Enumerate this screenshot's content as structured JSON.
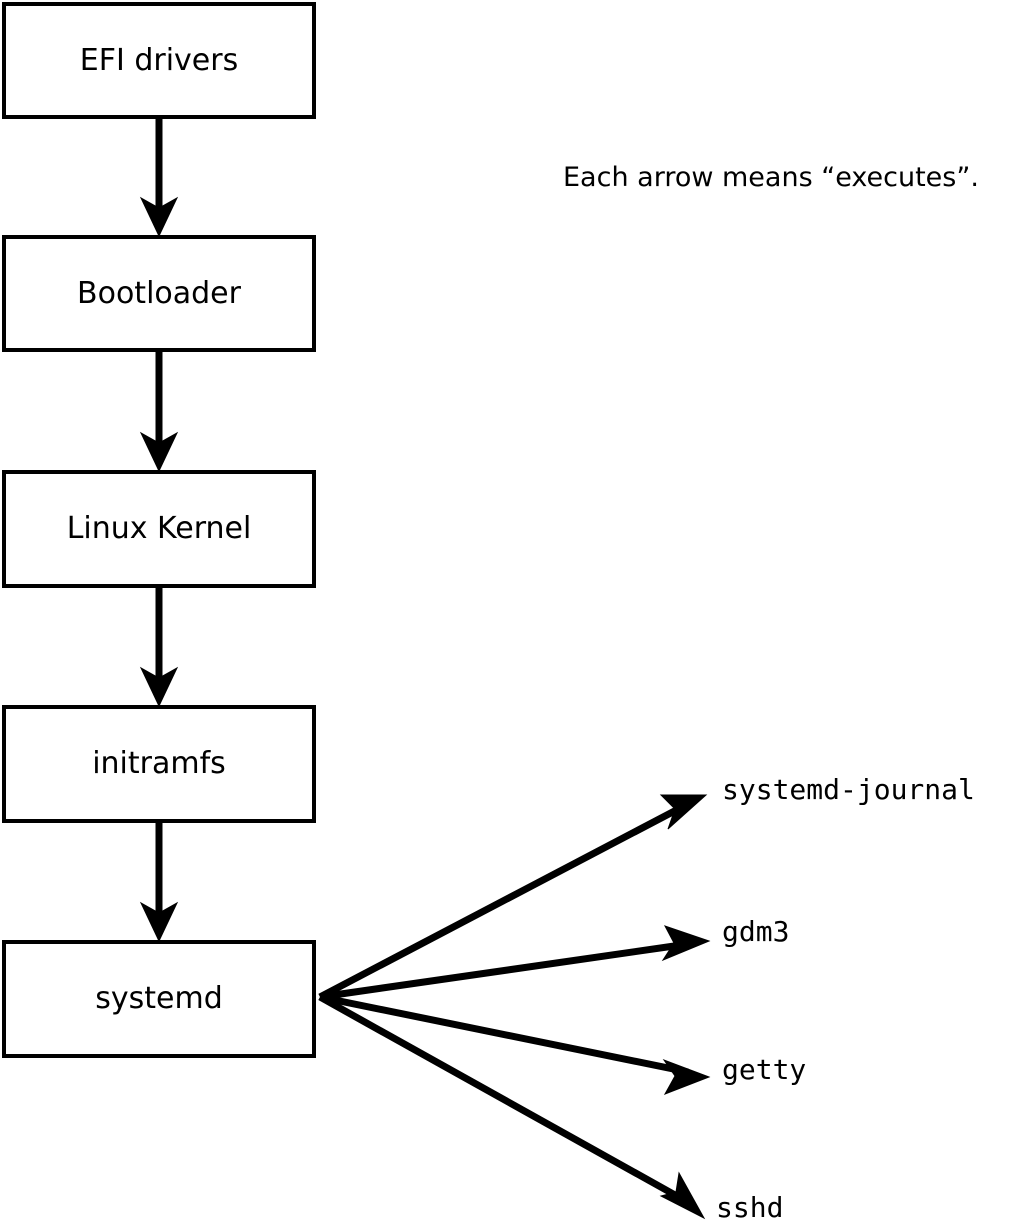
{
  "diagram": {
    "title_note": "Each arrow means “executes”.",
    "boot_chain": [
      {
        "id": "efi-drivers",
        "label": "EFI drivers"
      },
      {
        "id": "bootloader",
        "label": "Bootloader"
      },
      {
        "id": "linux-kernel",
        "label": "Linux Kernel"
      },
      {
        "id": "initramfs",
        "label": "initramfs"
      },
      {
        "id": "systemd",
        "label": "systemd"
      }
    ],
    "systemd_children": [
      {
        "id": "systemd-journal",
        "label": "systemd-journal"
      },
      {
        "id": "gdm3",
        "label": "gdm3"
      },
      {
        "id": "getty",
        "label": "getty"
      },
      {
        "id": "sshd",
        "label": "sshd"
      }
    ],
    "colors": {
      "background": "#ffffff",
      "stroke": "#000000",
      "text": "#000000"
    }
  }
}
